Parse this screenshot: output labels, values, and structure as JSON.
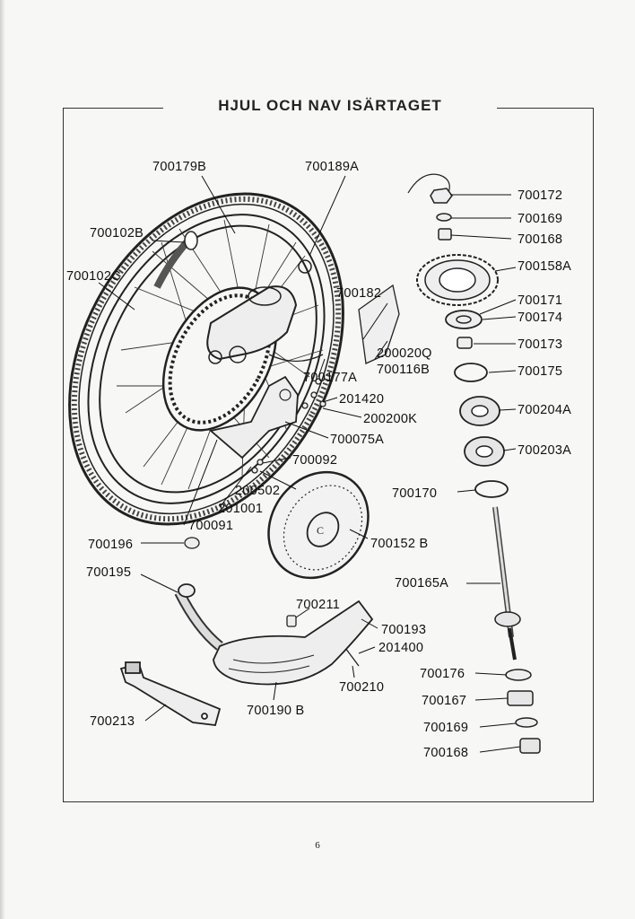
{
  "title": "HJUL OCH NAV ISÄRTAGET",
  "page_number": "6",
  "part_numbers": [
    "700179B",
    "700189A",
    "700102B",
    "700102C",
    "700182",
    "700172",
    "700169",
    "700168",
    "700158A",
    "700171",
    "700174",
    "700173",
    "700175",
    "200020Q",
    "700116B",
    "700177A",
    "201420",
    "200200K",
    "700075A",
    "700204A",
    "700092",
    "700203A",
    "200502",
    "201001",
    "700091",
    "700170",
    "700196",
    "700152 B",
    "700195",
    "700165A",
    "700211",
    "700193",
    "201400",
    "700210",
    "700176",
    "700167",
    "700169",
    "700168",
    "700213",
    "700190 B"
  ]
}
